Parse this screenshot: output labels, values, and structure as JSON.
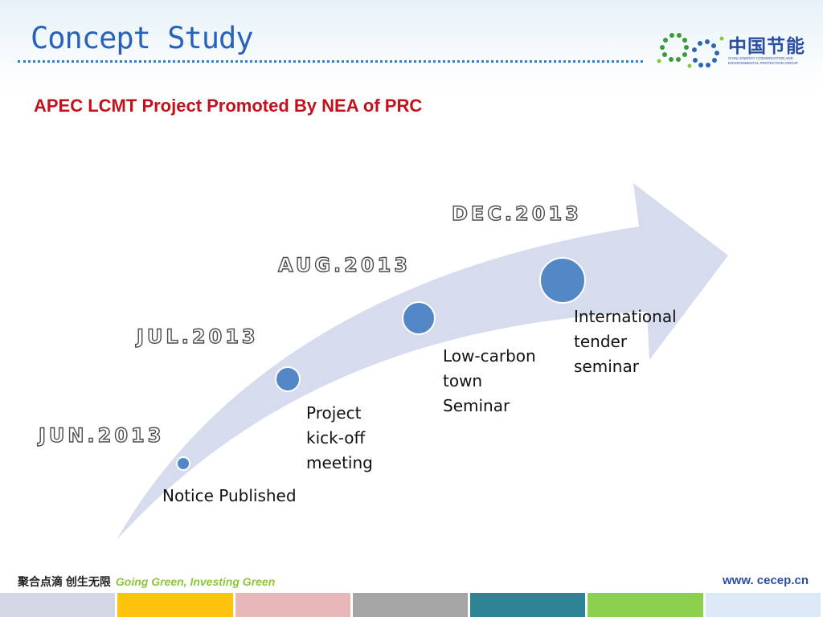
{
  "header": {
    "title": "Concept Study",
    "subtitle": "APEC LCMT Project Promoted By NEA of PRC"
  },
  "logo": {
    "name_cn": "中国节能",
    "name_en": "CHINA ENERGY CONSERVATION AND ENVIRONMENTAL PROTECTION GROUP",
    "icon": "dotted-ring-logo-icon"
  },
  "timeline": {
    "milestones": [
      {
        "date": "JUN.2013",
        "event": [
          "Notice Published"
        ]
      },
      {
        "date": "JUL.2013",
        "event": [
          "Project",
          "kick-off",
          "meeting"
        ]
      },
      {
        "date": "AUG.2013",
        "event": [
          "Low-carbon",
          "town",
          "Seminar"
        ]
      },
      {
        "date": "DEC.2013",
        "event": [
          "International",
          "tender",
          "seminar"
        ]
      }
    ]
  },
  "footer": {
    "slogan_cn": "聚合点滴 创生无限",
    "slogan_en": "Going Green, Investing Green",
    "url": "www. cecep.cn",
    "bar_colors": [
      "#d3d7e6",
      "#ffc20e",
      "#e8b8b8",
      "#a5a5a5",
      "#2e8394",
      "#8bd14d",
      "#dbe9f6"
    ]
  },
  "colors": {
    "title": "#2a62b8",
    "subtitle": "#c0121b",
    "arrow": "#d6dced",
    "node": "#5387c6"
  }
}
